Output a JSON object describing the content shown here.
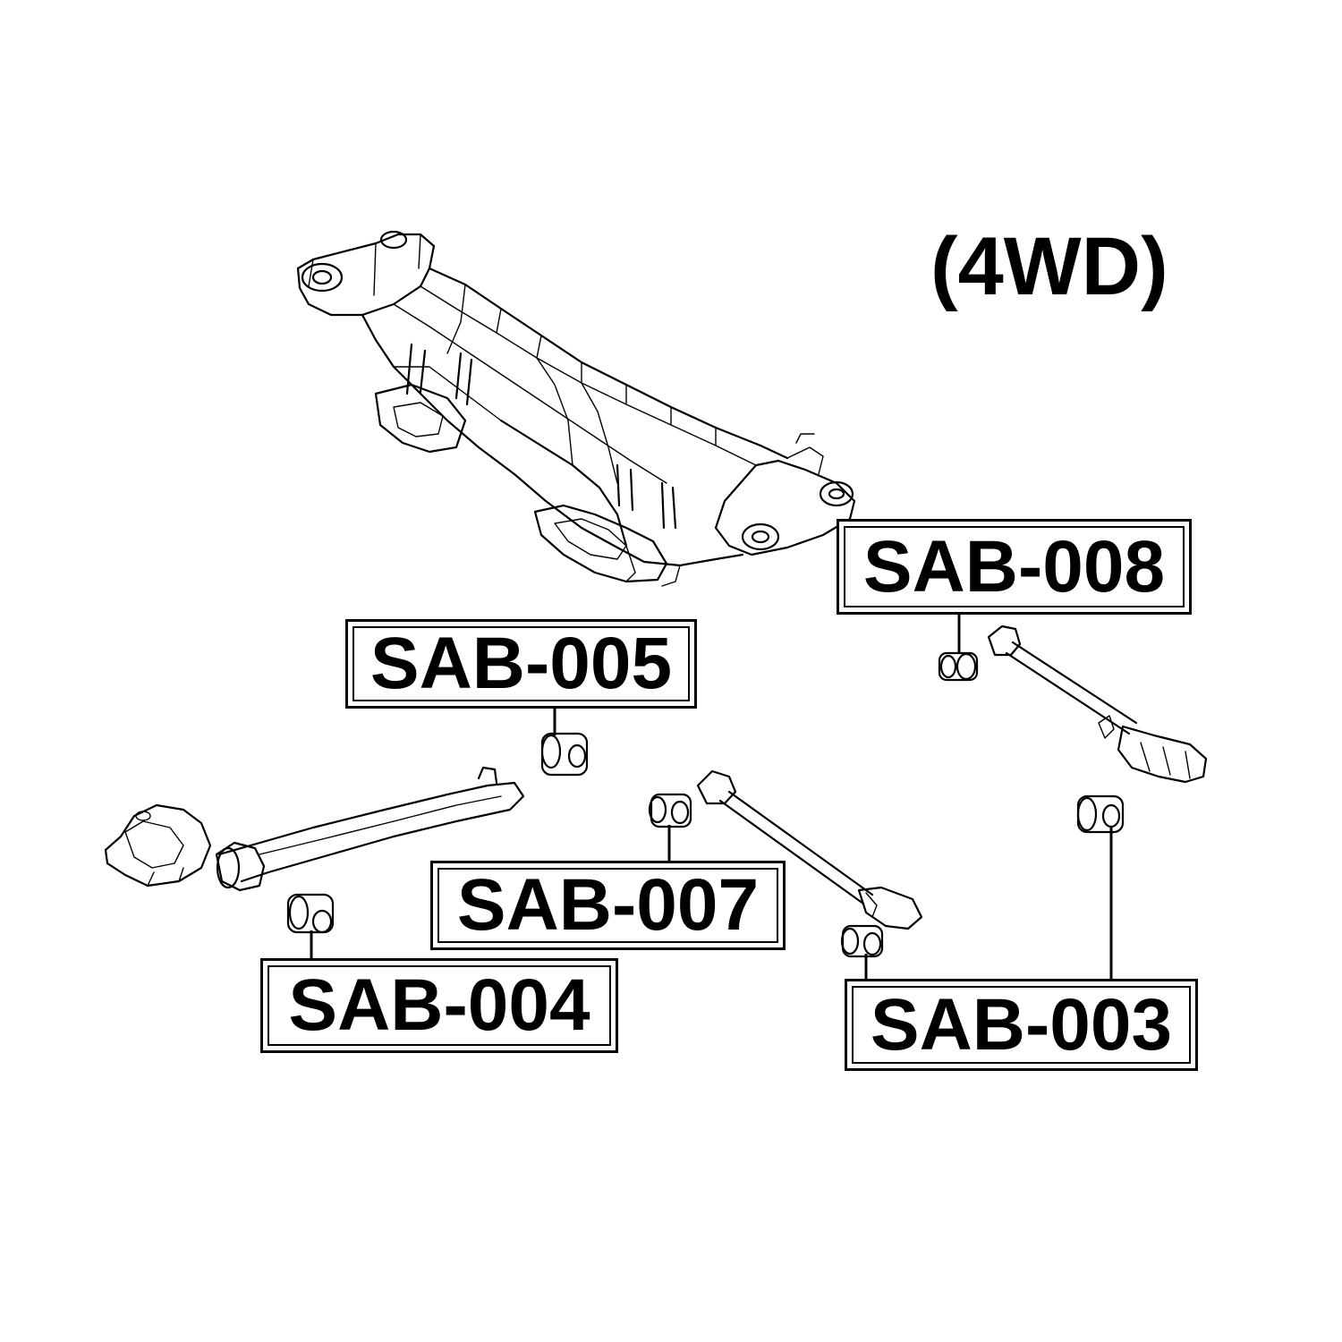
{
  "diagram": {
    "variant_label": "(4WD)",
    "parts": [
      {
        "id": "SAB-008",
        "label": "SAB-008"
      },
      {
        "id": "SAB-005",
        "label": "SAB-005"
      },
      {
        "id": "SAB-007",
        "label": "SAB-007"
      },
      {
        "id": "SAB-004",
        "label": "SAB-004"
      },
      {
        "id": "SAB-003",
        "label": "SAB-003"
      }
    ]
  }
}
